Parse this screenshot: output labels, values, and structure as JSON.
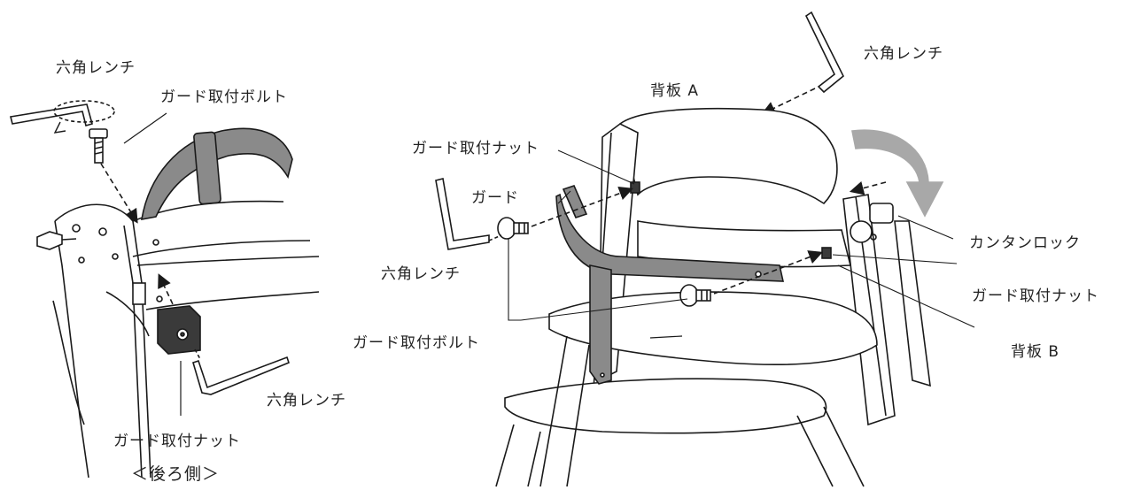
{
  "labels": {
    "wrench_top_left": "六角レンチ",
    "guard_bolt_left": "ガード取付ボルト",
    "wrench_bottom_left": "六角レンチ",
    "guard_nut_left": "ガード取付ナット",
    "back_side": "＜後ろ側＞",
    "wrench_top_right": "六角レンチ",
    "back_board_a": "背板 A",
    "guard_nut_top": "ガード取付ナット",
    "guard": "ガード",
    "wrench_mid": "六角レンチ",
    "guard_bolt_bottom": "ガード取付ボルト",
    "kantan_lock": "カンタンロック",
    "guard_nut_right": "ガード取付ナット",
    "back_board_b": "背板 B"
  },
  "colors": {
    "line": "#1a1a1a",
    "guard_fill": "#8a8a8a",
    "arrow_fill": "#a8a8a8",
    "nut_fill": "#3a3a3a"
  }
}
